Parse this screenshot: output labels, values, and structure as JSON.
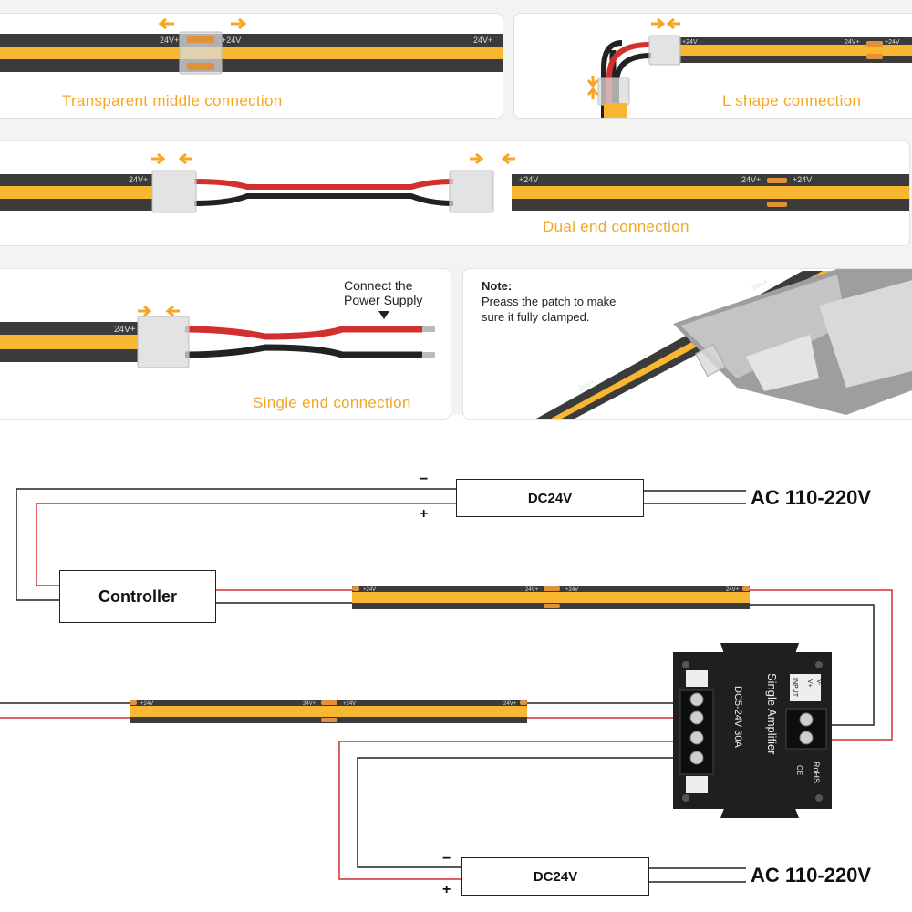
{
  "colors": {
    "strip": "#f7b731",
    "strip_edge": "#3b3b3b",
    "accent": "#f5a623",
    "red_wire": "#d32f2f",
    "black_wire": "#222222"
  },
  "panels": {
    "middle": {
      "caption": "Transparent middle connection",
      "pad_label_left": "24V+",
      "pad_label_right": "+24V",
      "pad_label_end": "24V+"
    },
    "lshape": {
      "caption": "L shape connection",
      "pad_label_a": "+24V",
      "pad_label_b": "24V+",
      "pad_label_c": "+24V"
    },
    "dual": {
      "caption": "Dual end connection",
      "pad_label_a": "24V+",
      "pad_label_b": "+24V",
      "pad_label_c": "24V+",
      "pad_label_d": "+24V"
    },
    "single": {
      "caption": "Single end connection",
      "pad_label": "24V+",
      "power_label_line1": "Connect the",
      "power_label_line2": "Power Supply"
    },
    "note": {
      "title": "Note:",
      "line1": "Preass the patch to make",
      "line2": "sure it fully clamped.",
      "pad_label_a": "24V+",
      "pad_label_b": "24V+"
    }
  },
  "wiring": {
    "psu_top": {
      "label": "DC24V",
      "minus": "−",
      "plus": "+",
      "ac": "AC 110-220V"
    },
    "controller": {
      "label": "Controller"
    },
    "strip1": {
      "pad_a": "+24V",
      "pad_b": "24V+",
      "pad_c": "+24V",
      "pad_d": "24V+"
    },
    "strip2": {
      "pad_a": "+24V",
      "pad_b": "24V+",
      "pad_c": "+24V",
      "pad_d": "24V+"
    },
    "amplifier": {
      "title": "Single Amplifier",
      "spec": "DC5-24V 30A",
      "input": "INPUT",
      "vplus": "V+",
      "vminus": "V-",
      "ce": "CE",
      "rohs": "RoHS"
    },
    "psu_bottom": {
      "label": "DC24V",
      "minus": "−",
      "plus": "+",
      "ac": "AC 110-220V"
    }
  }
}
